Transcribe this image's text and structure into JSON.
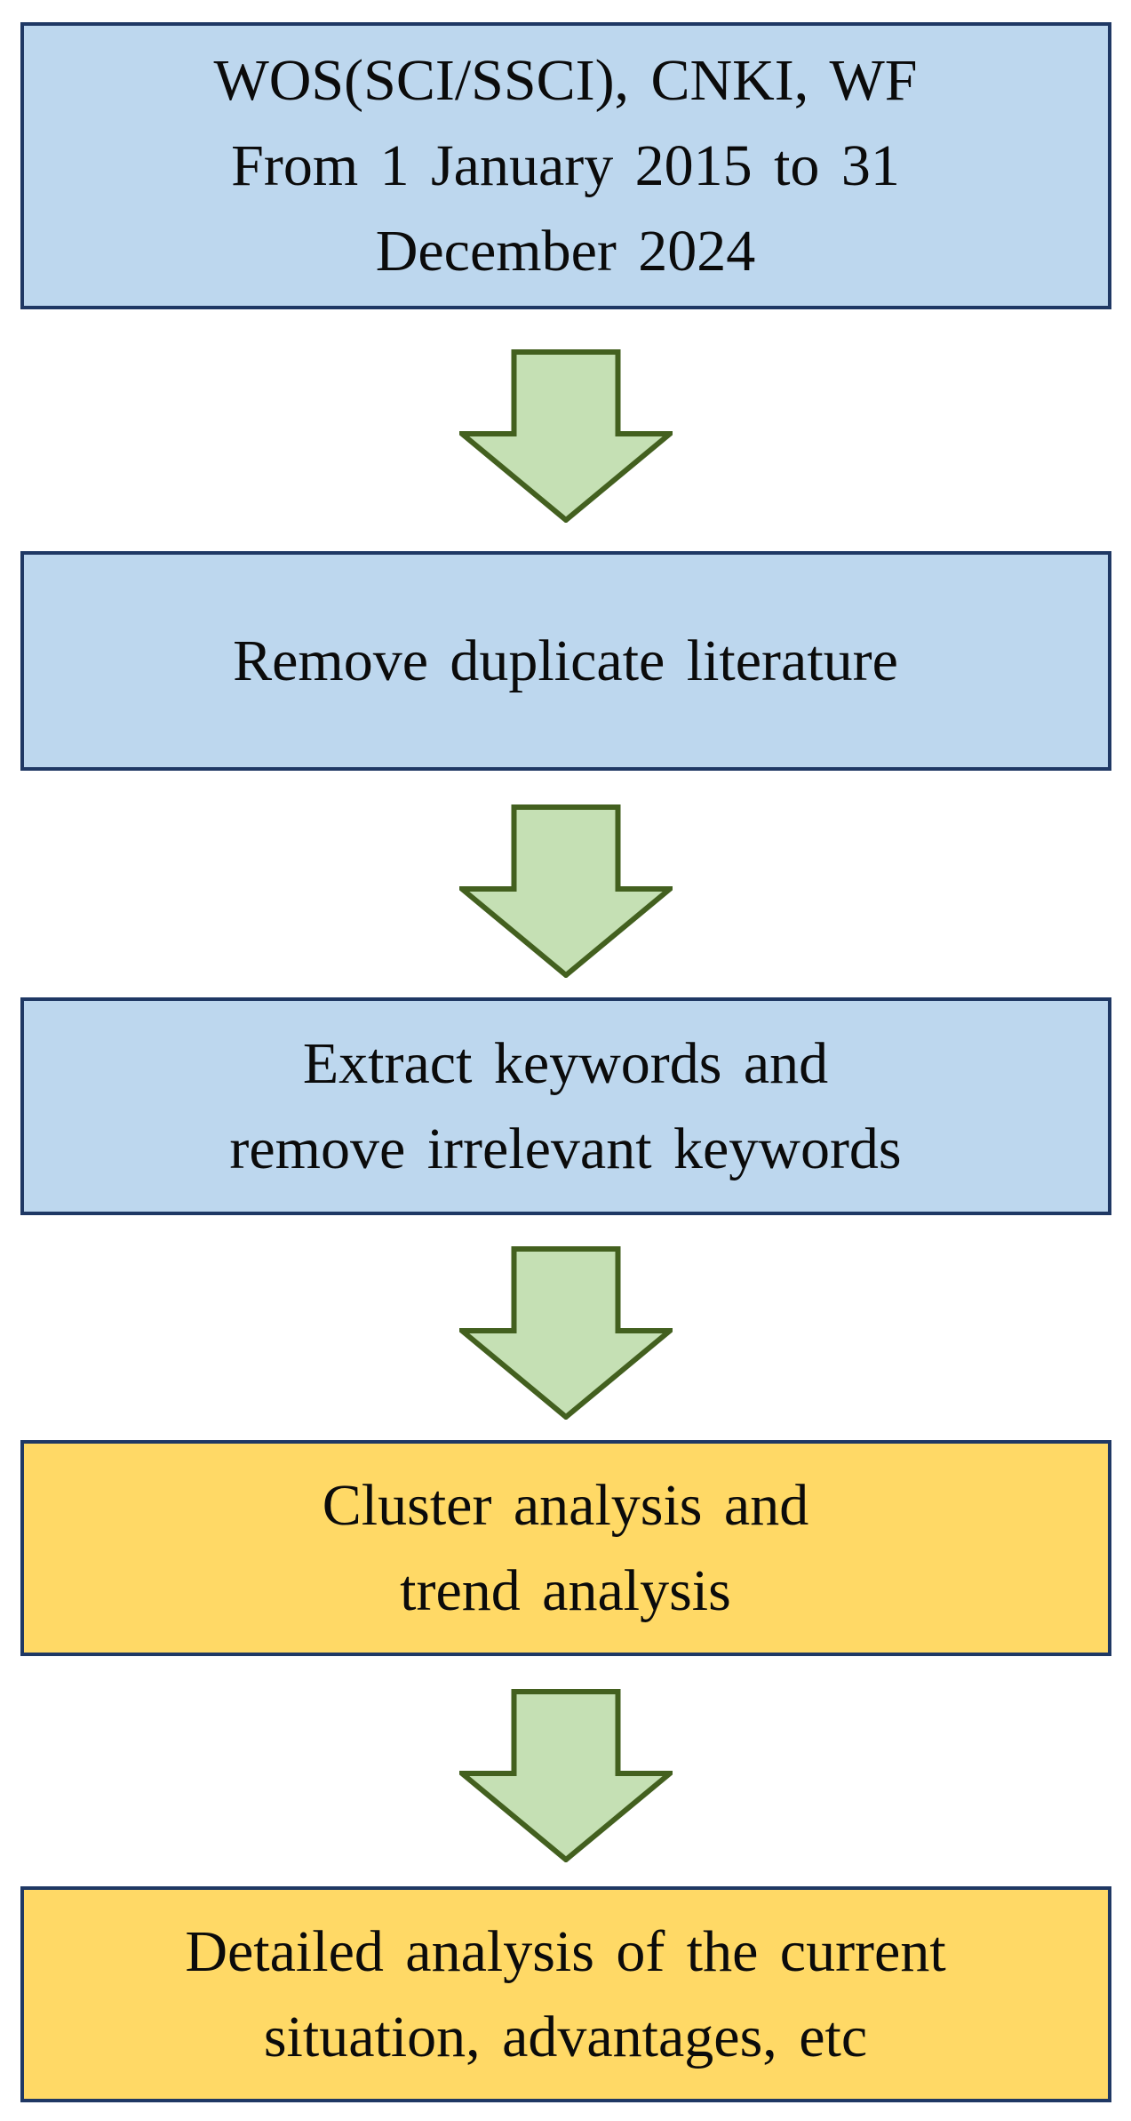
{
  "diagram": {
    "type": "flowchart",
    "direction": "top-down",
    "steps": [
      {
        "id": "databases-timespan",
        "text": "WOS(SCI/SSCI), CNKI, WF\nFrom 1 January 2015 to 31\nDecember 2024",
        "fill": "#bdd7ee"
      },
      {
        "id": "remove-duplicates",
        "text": "Remove duplicate literature",
        "fill": "#bdd7ee"
      },
      {
        "id": "extract-keywords",
        "text": "Extract keywords and\nremove irrelevant keywords",
        "fill": "#bdd7ee"
      },
      {
        "id": "cluster-trend-analysis",
        "text": "Cluster analysis and\ntrend analysis",
        "fill": "#ffd966"
      },
      {
        "id": "detailed-analysis",
        "text": "Detailed analysis of the current\nsituation, advantages, etc",
        "fill": "#ffd966"
      }
    ],
    "connector": {
      "icon": "down-block-arrow",
      "count": 4
    },
    "colors": {
      "blue_box_fill": "#bdd7ee",
      "yellow_box_fill": "#ffd966",
      "box_border": "#1f3864",
      "arrow_fill": "#c5e0b4",
      "arrow_border": "#43601f",
      "text": "#0b0b0b",
      "background": "#ffffff"
    }
  }
}
